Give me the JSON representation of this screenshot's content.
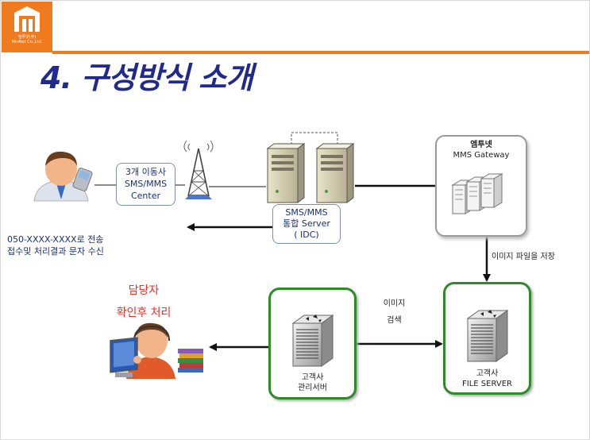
{
  "header": {
    "logo_caption": "엠투넷(주)\nMtoNet Co.,Ltd.",
    "title": "4. 구성방식 소개"
  },
  "nodes": {
    "center": {
      "lines": [
        "3개 이동사",
        "SMS/MMS",
        "Center"
      ]
    },
    "sms_server": {
      "lines": [
        "SMS/MMS",
        "통합 Server",
        "( IDC)"
      ]
    },
    "gateway": {
      "lines": [
        "엠투넷",
        "MMS Gateway"
      ]
    },
    "admin_server": {
      "lines": [
        "고객사",
        "관리서버"
      ]
    },
    "file_server": {
      "lines": [
        "고객사",
        "FILE SERVER"
      ]
    }
  },
  "notes": {
    "sms_result": [
      "050-XXXX-XXXX로 전송",
      "접수및 처리결과 문자 수신"
    ],
    "manager": [
      "담당자",
      "확인후 처리"
    ],
    "image_store": "이미지 파일을 저장",
    "image_search": [
      "이미지",
      "검색"
    ]
  },
  "colors": {
    "accent": "#f07a1e",
    "title": "#1f2a8c",
    "box_green": "#2f8a2a",
    "manager_text": "#e0342a",
    "label_text": "#1a3070"
  },
  "icons": {
    "logo": "building-logo-icon",
    "phone_user": "person-with-phone-icon",
    "tower": "antenna-tower-icon",
    "server": "tower-server-icon",
    "rack": "rack-server-icon",
    "operator": "person-at-monitor-icon",
    "books": "book-stack-icon"
  }
}
